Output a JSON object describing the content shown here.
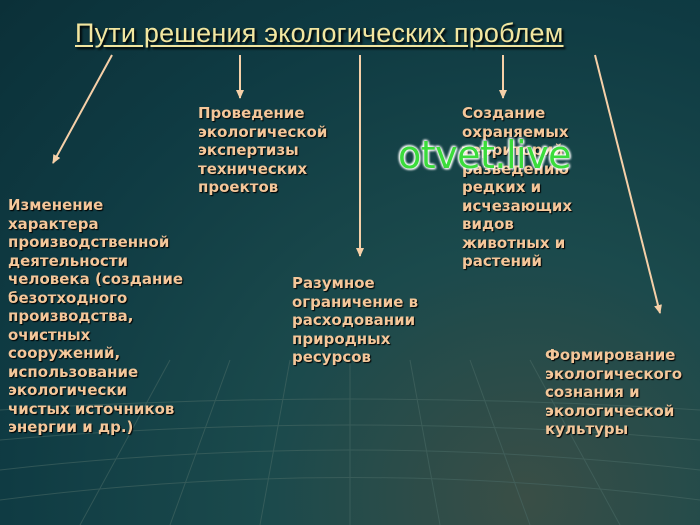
{
  "title": "Пути решения экологических проблем",
  "nodes": [
    {
      "id": "n1",
      "text": "Изменение\nхарактера\nпроизводственной\nдеятельности\nчеловека (создание\nбезотходного\nпроизводства,\nочистных\nсооружений,\nиспользование\nэкологически\nчистых источников\nэнергии и др.)"
    },
    {
      "id": "n2",
      "text": "Проведение\nэкологической\nэкспертизы\nтехнических\nпроектов"
    },
    {
      "id": "n3",
      "text": "Разумное\nограничение в\nрасходовании\nприродных\nресурсов"
    },
    {
      "id": "n4",
      "text": "Создание\nохраняемых\nтерриторий,\nразведению\nредких и\nисчезающих\nвидов\nживотных и\nрастений"
    },
    {
      "id": "n5",
      "text": "Формирование\nэкологического\nсознания и\nэкологической\nкультуры"
    }
  ],
  "watermark": "otvet.live",
  "colors": {
    "background": "#0f3b43",
    "title": "#f2e6a0",
    "node_text": "#f4c79a",
    "arrow": "#f6d0a8",
    "watermark": "#3bdc3b"
  }
}
